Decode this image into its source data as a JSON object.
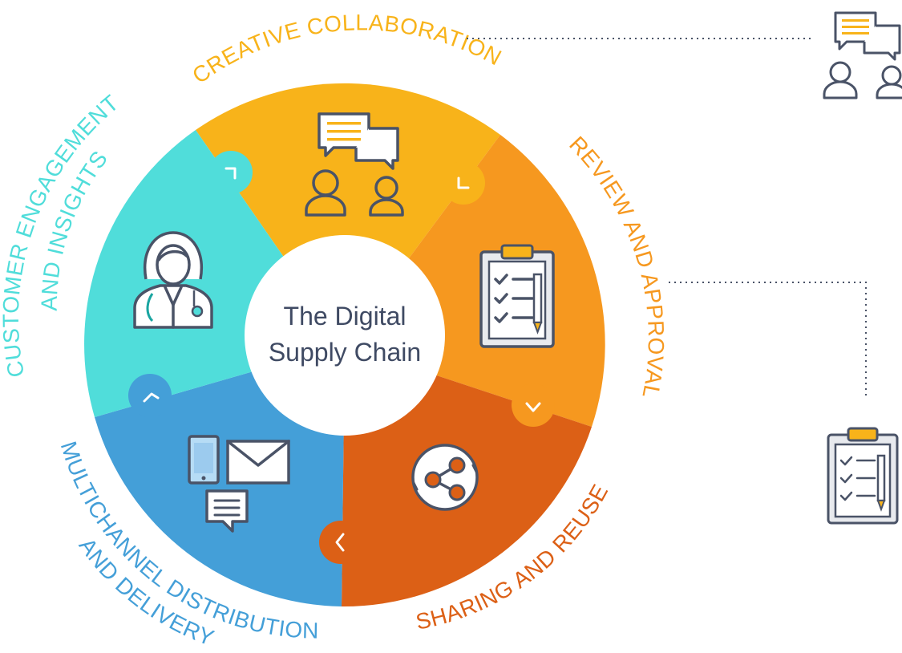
{
  "diagram": {
    "center": {
      "line1": "The Digital",
      "line2": "Supply Chain"
    },
    "segments": [
      {
        "id": "creative",
        "label": "CREATIVE COLLABORATION",
        "color": "#f8b31a",
        "icon": "chat-people-icon"
      },
      {
        "id": "review",
        "label": "REVIEW AND APPROVAL",
        "color": "#f6981f",
        "icon": "clipboard-checklist-icon"
      },
      {
        "id": "sharing",
        "label": "SHARING AND REUSE",
        "color": "#dc6016",
        "icon": "share-network-icon"
      },
      {
        "id": "multichannel",
        "label_line1": "MULTICHANNEL DISTRIBUTION",
        "label_line2": "AND DELIVERY",
        "color": "#449fd8",
        "icon": "devices-mail-chat-icon"
      },
      {
        "id": "customer",
        "label_line1": "CUSTOMER ENGAGEMENT",
        "label_line2": "AND INSIGHTS",
        "color": "#50ddda",
        "icon": "doctor-icon"
      }
    ],
    "side_icons": [
      "chat-people-icon",
      "clipboard-checklist-icon"
    ]
  }
}
